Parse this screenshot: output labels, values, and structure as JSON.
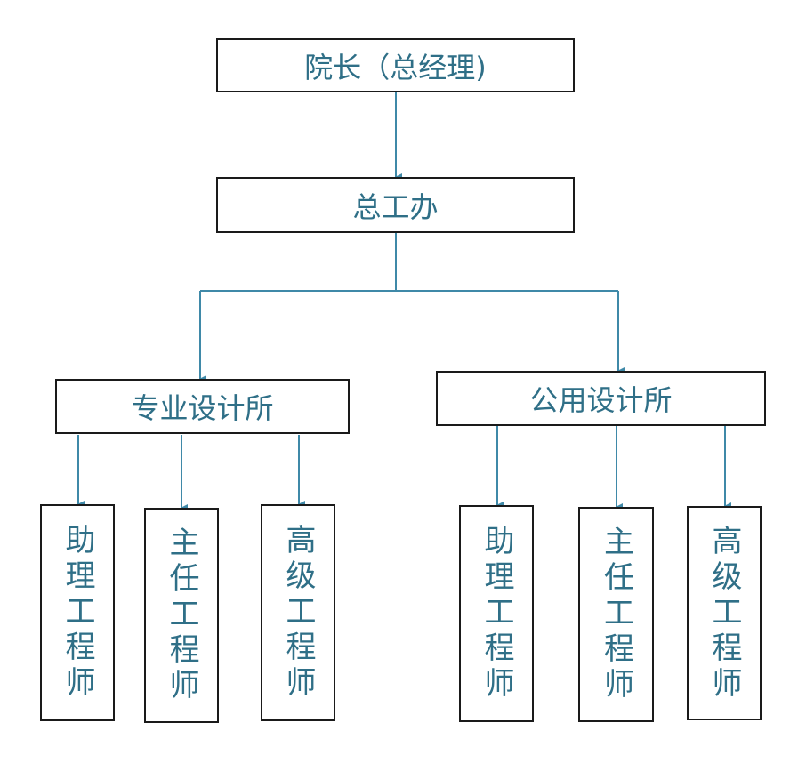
{
  "org_chart": {
    "top": "院长（总经理)",
    "office": "总工办",
    "divisions": [
      {
        "name": "专业设计所",
        "roles": [
          "助理工程师",
          "主任工程师",
          "高级工程师"
        ]
      },
      {
        "name": "公用设计所",
        "roles": [
          "助理工程师",
          "主任工程师",
          "高级工程师"
        ]
      }
    ]
  },
  "colors": {
    "text": "#2f6f87",
    "connector": "#3f89a8",
    "border": "#1a1a1a"
  }
}
